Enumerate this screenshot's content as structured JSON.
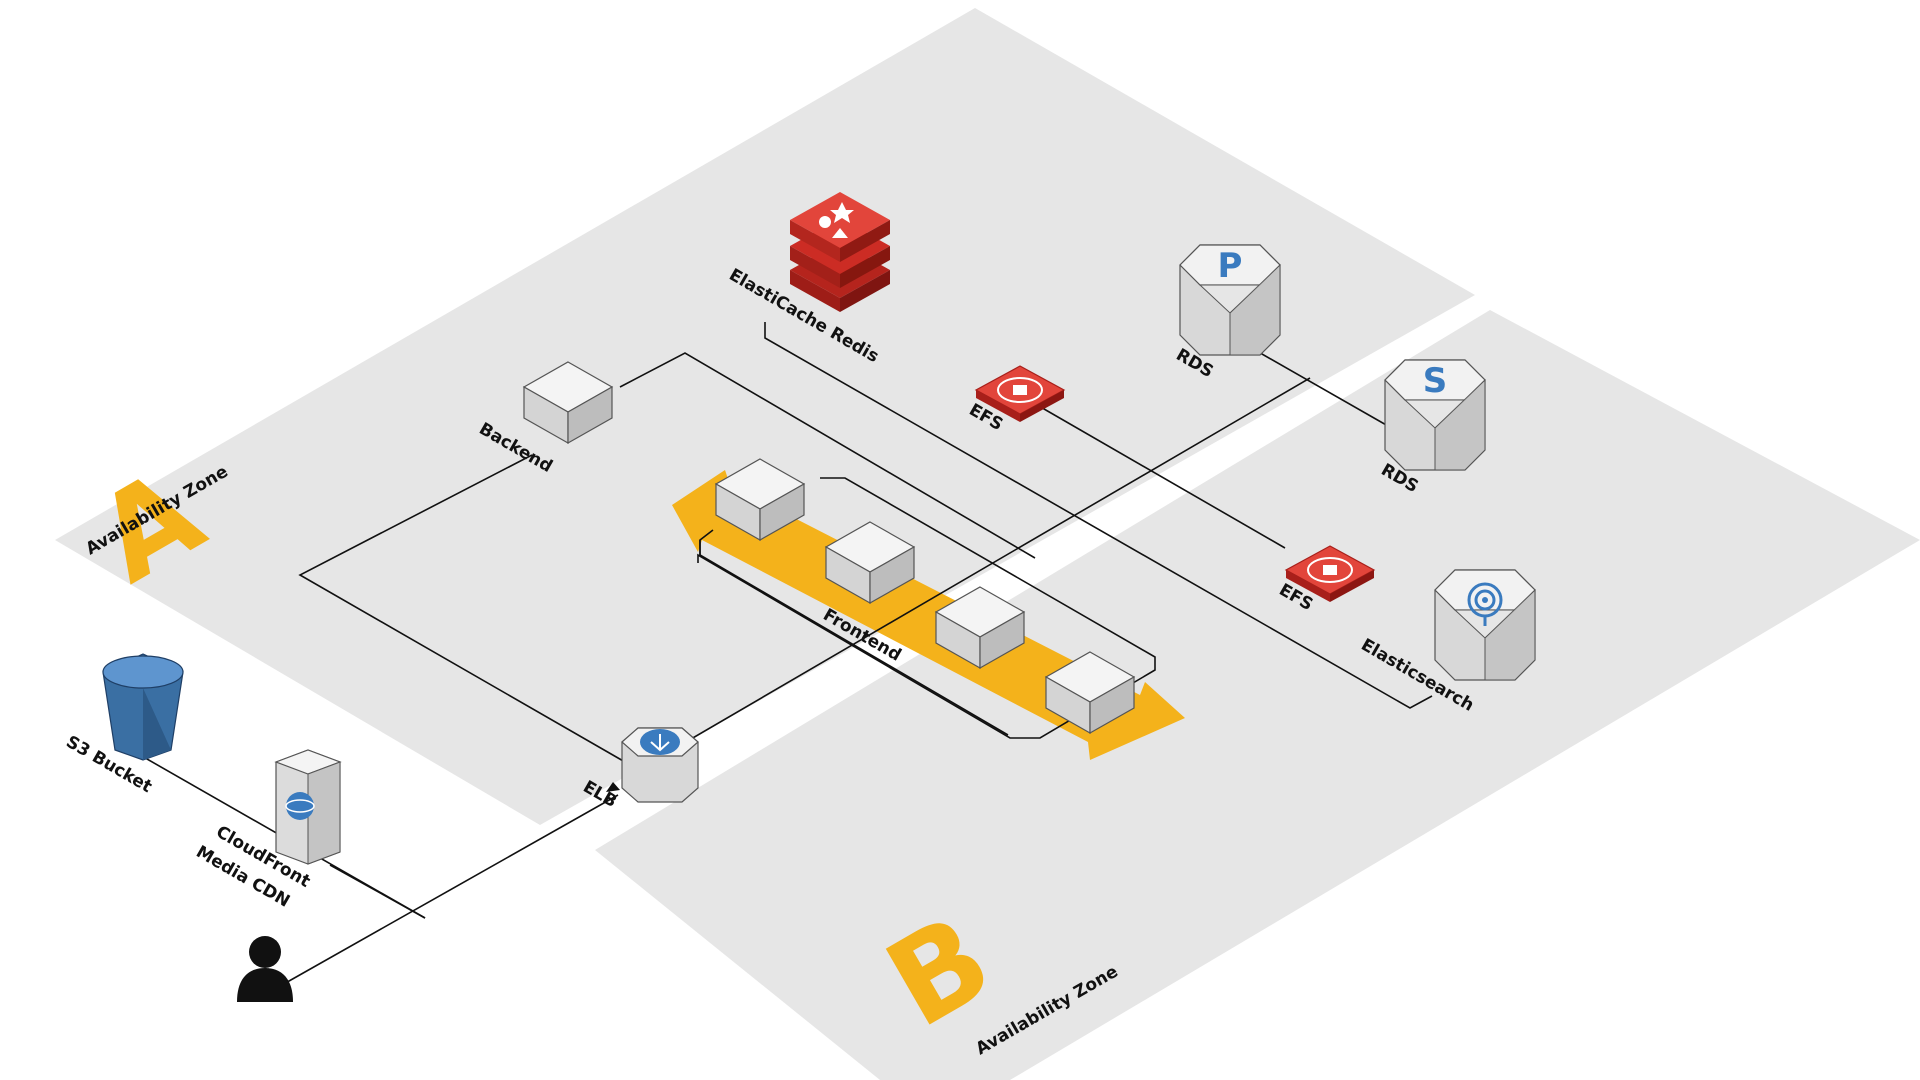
{
  "zones": {
    "a": {
      "letter": "A",
      "label": "Availability Zone"
    },
    "b": {
      "letter": "B",
      "label": "Availability Zone"
    }
  },
  "nodes": {
    "elasticache": "ElastiCache Redis",
    "rds_p": "RDS",
    "rds_s": "RDS",
    "efs_a": "EFS",
    "efs_b": "EFS",
    "backend": "Backend",
    "frontend": "Frontend",
    "elasticsearch": "Elasticsearch",
    "elb": "ELB",
    "s3": "S3 Bucket",
    "cloudfront_line1": "CloudFront",
    "cloudfront_line2": "Media CDN"
  },
  "icons": {
    "rds_p_glyph": "P",
    "rds_s_glyph": "S"
  },
  "colors": {
    "zone_fill": "#e6e6e6",
    "accent_orange": "#f4b21b",
    "redis_red": "#d6312b",
    "efs_red": "#d6312b",
    "aws_blue": "#3a7bbf"
  }
}
